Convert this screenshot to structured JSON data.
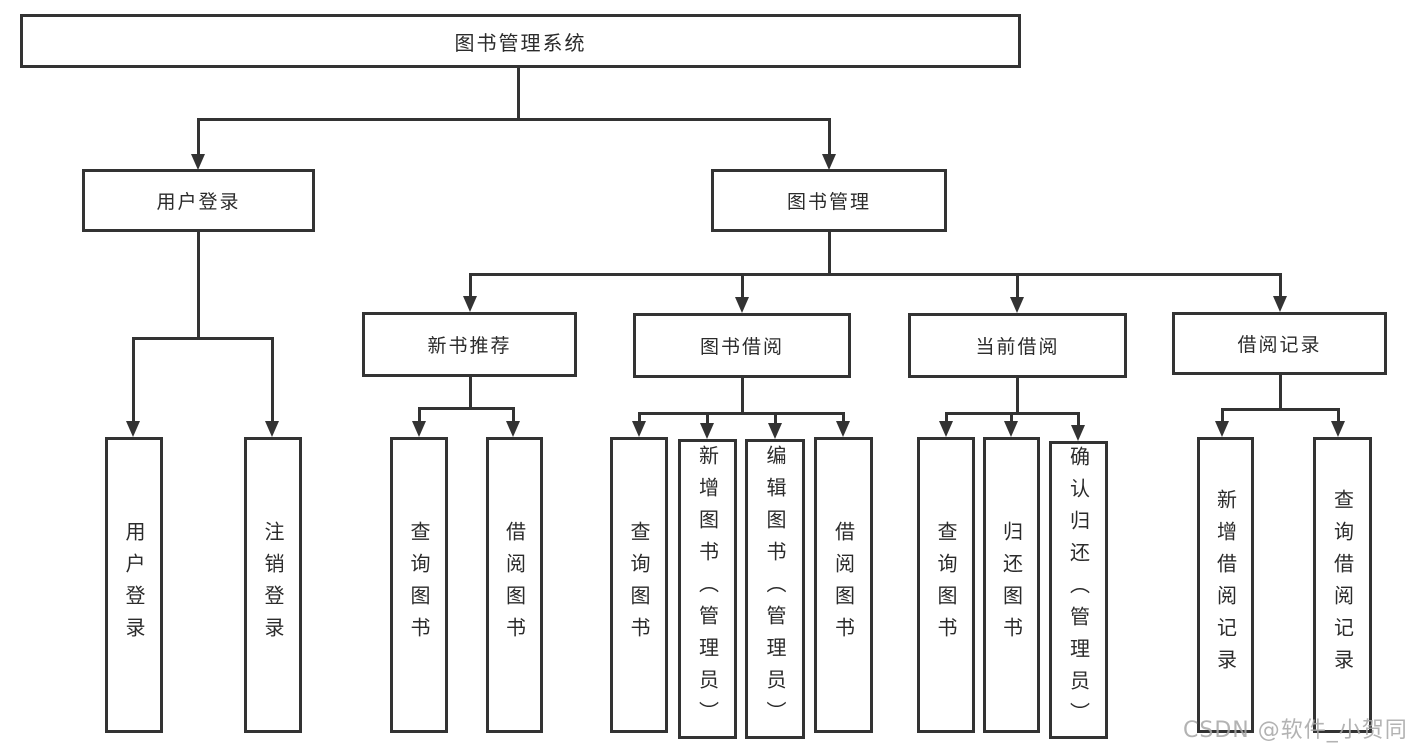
{
  "diagram": {
    "title": "图书管理系统",
    "watermark": "CSDN @软件_小贺同学",
    "colors": {
      "line": "#333333",
      "text": "#2b2b2b",
      "watermark": "#a8a8a8",
      "background": "#ffffff"
    },
    "nodes": {
      "root": "图书管理系统",
      "login": "用户登录",
      "manage": "图书管理",
      "recommend": "新书推荐",
      "borrow": "图书借阅",
      "current": "当前借阅",
      "records": "借阅记录",
      "user_login": "用户登录",
      "logout": "注销登录",
      "rec_query": "查询图书",
      "rec_borrow": "借阅图书",
      "bor_query": "查询图书",
      "bor_add": "新增图书（管理员）",
      "bor_edit": "编辑图书（管理员）",
      "bor_borrow": "借阅图书",
      "cur_query": "查询图书",
      "cur_return": "归还图书",
      "cur_confirm": "确认归还（管理员）",
      "rec2_add": "新增借阅记录",
      "rec2_query": "查询借阅记录"
    },
    "structure": {
      "图书管理系统": {
        "用户登录": [
          "用户登录",
          "注销登录"
        ],
        "图书管理": {
          "新书推荐": [
            "查询图书",
            "借阅图书"
          ],
          "图书借阅": [
            "查询图书",
            "新增图书（管理员）",
            "编辑图书（管理员）",
            "借阅图书"
          ],
          "当前借阅": [
            "查询图书",
            "归还图书",
            "确认归还（管理员）"
          ],
          "借阅记录": [
            "新增借阅记录",
            "查询借阅记录"
          ]
        }
      }
    }
  }
}
